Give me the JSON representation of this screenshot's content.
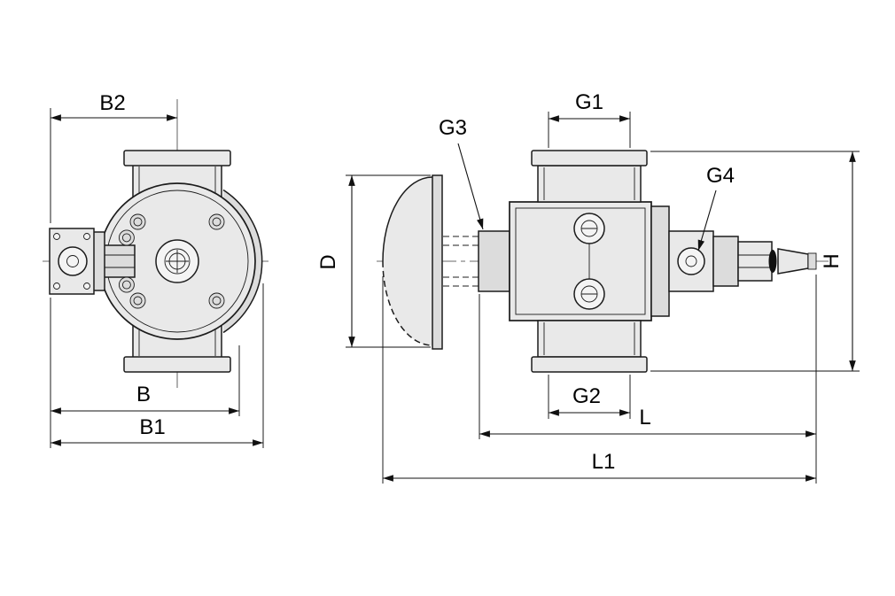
{
  "drawing": {
    "colors": {
      "background": "#ffffff",
      "line": "#1c1c1c",
      "metal_light": "#e9e9e9",
      "metal_mid": "#dcdcdc",
      "seal_dark": "#111111"
    },
    "front_view": {
      "dim_b2": "B2",
      "dim_b": "B",
      "dim_b1": "B1"
    },
    "side_view": {
      "dim_g1": "G1",
      "dim_g2": "G2",
      "dim_g3": "G3",
      "dim_g4": "G4",
      "dim_d": "D",
      "dim_h": "H",
      "dim_l": "L",
      "dim_l1": "L1"
    }
  }
}
